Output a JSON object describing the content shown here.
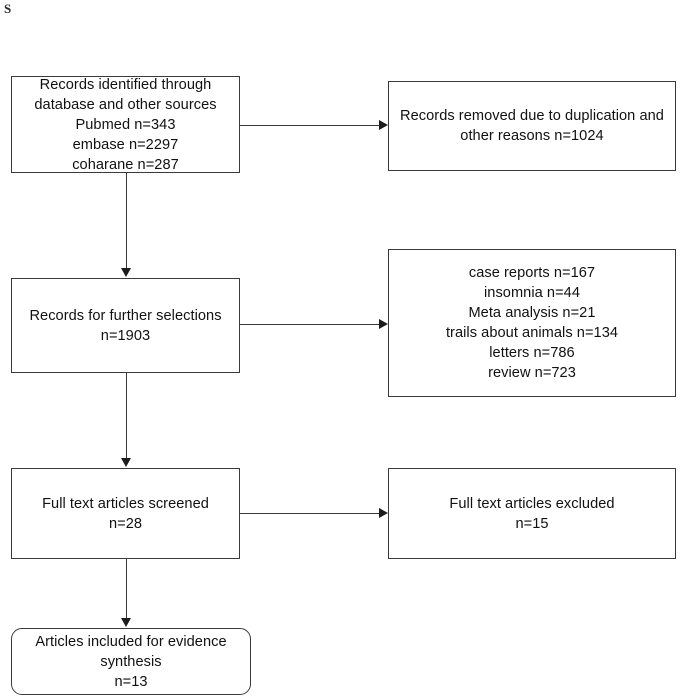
{
  "page": {
    "artifact_glyph": "S",
    "background_color": "#ffffff",
    "line_color": "#3a3a3a",
    "text_color": "#111111"
  },
  "diagram": {
    "type": "prisma-flow-diagram",
    "nodes": {
      "identified": {
        "id": "records-identified",
        "text": "Records identified through\ndatabase and other sources\nPubmed n=343\nembase n=2297\ncoharane n=287",
        "shape": "rectangle",
        "sources": [
          {
            "name": "Pubmed",
            "count": 343
          },
          {
            "name": "embase",
            "count": 2297
          },
          {
            "name": "coharane",
            "count": 287
          }
        ]
      },
      "duplicates_removed": {
        "id": "records-removed",
        "text": "Records removed due to duplication and\nother reasons n=1024",
        "shape": "rectangle",
        "count": 1024
      },
      "further_selection": {
        "id": "records-further-selection",
        "text": "Records for further selections\nn=1903",
        "shape": "rectangle",
        "count": 1903
      },
      "excluded_reasons": {
        "id": "records-excluded-reasons",
        "text": "case reports n=167\ninsomnia n=44\nMeta analysis n=21\ntrails about animals n=134\nletters n=786\nreview n=723",
        "shape": "rectangle",
        "reasons": [
          {
            "label": "case reports",
            "count": 167
          },
          {
            "label": "insomnia",
            "count": 44
          },
          {
            "label": "Meta analysis",
            "count": 21
          },
          {
            "label": "trails about animals",
            "count": 134
          },
          {
            "label": "letters",
            "count": 786
          },
          {
            "label": "review",
            "count": 723
          }
        ]
      },
      "fulltext_screened": {
        "id": "fulltext-screened",
        "text": "Full text articles screened\nn=28",
        "shape": "rectangle",
        "count": 28
      },
      "fulltext_excluded": {
        "id": "fulltext-excluded",
        "text": "Full text articles excluded\nn=15",
        "shape": "rectangle",
        "count": 15
      },
      "included": {
        "id": "articles-included",
        "text": "Articles included for evidence\nsynthesis\nn=13",
        "shape": "rounded-rectangle",
        "count": 13
      }
    },
    "connectors": [
      {
        "from": "identified",
        "to": "further_selection",
        "direction": "down"
      },
      {
        "from": "identified",
        "to": "duplicates_removed",
        "direction": "right"
      },
      {
        "from": "further_selection",
        "to": "fulltext_screened",
        "direction": "down"
      },
      {
        "from": "further_selection",
        "to": "excluded_reasons",
        "direction": "right"
      },
      {
        "from": "fulltext_screened",
        "to": "included",
        "direction": "down"
      },
      {
        "from": "fulltext_screened",
        "to": "fulltext_excluded",
        "direction": "right"
      }
    ]
  }
}
